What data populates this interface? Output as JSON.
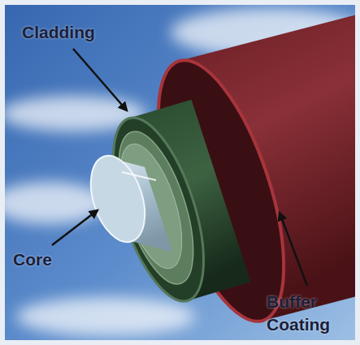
{
  "diagram": {
    "labels": [
      "Cladding",
      "Core",
      "Buffer Coating"
    ]
  }
}
